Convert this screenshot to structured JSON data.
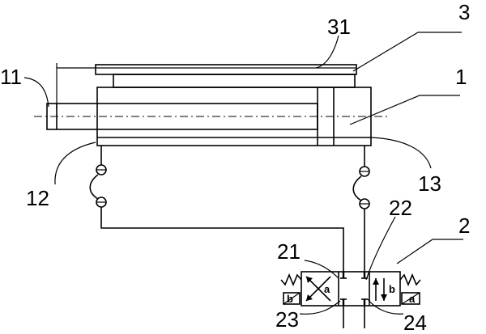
{
  "labels": {
    "rod": "11",
    "cylinder_port_left": "12",
    "cylinder_port_right": "13",
    "cylinder": "1",
    "plate": "3",
    "plate_part": "31",
    "valve": "2",
    "port_21": "21",
    "port_22": "22",
    "port_23": "23",
    "port_24": "24"
  },
  "valve_symbols": {
    "a_left": "a",
    "a_right": "a",
    "b_left": "b",
    "b_right": "b"
  }
}
